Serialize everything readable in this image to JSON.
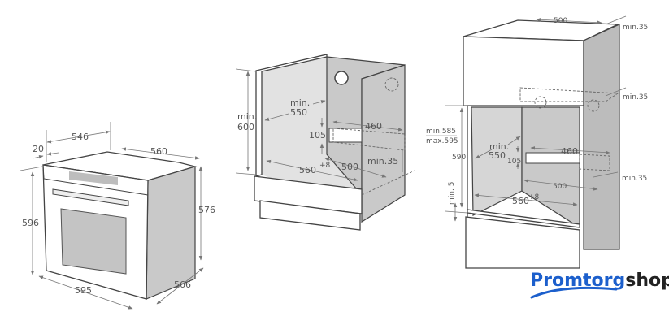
{
  "oven": {
    "width_top": "546",
    "offset": "20",
    "depth_top": "560",
    "height_side": "576",
    "height_front": "596",
    "width_front": "595",
    "depth_bottom": "566"
  },
  "under_counter": {
    "min_height_label": "min.",
    "min_height_value": "600",
    "min_depth_label": "min.",
    "min_depth_value": "550",
    "vent_height": "105",
    "vent_width": "460",
    "width": "560",
    "width_tolerance": "+8",
    "depth": "500",
    "gap": "min.35",
    "min585": "min.585",
    "max595": "max.595"
  },
  "column": {
    "top_depth": "500",
    "top_gap": "min.35",
    "mid_gap": "min.35",
    "height": "590",
    "min_depth_label": "min.",
    "min_depth_value": "550",
    "vent_height": "105",
    "vent_width": "460",
    "depth": "500",
    "bottom_gap": "min.35",
    "width": "560",
    "width_tolerance": "+8",
    "min_offset": "min. 5"
  },
  "logo": {
    "part1": "Promtorg",
    "part2": "shop",
    "color_blue": "#1c5fcc",
    "color_dark": "#222222"
  }
}
